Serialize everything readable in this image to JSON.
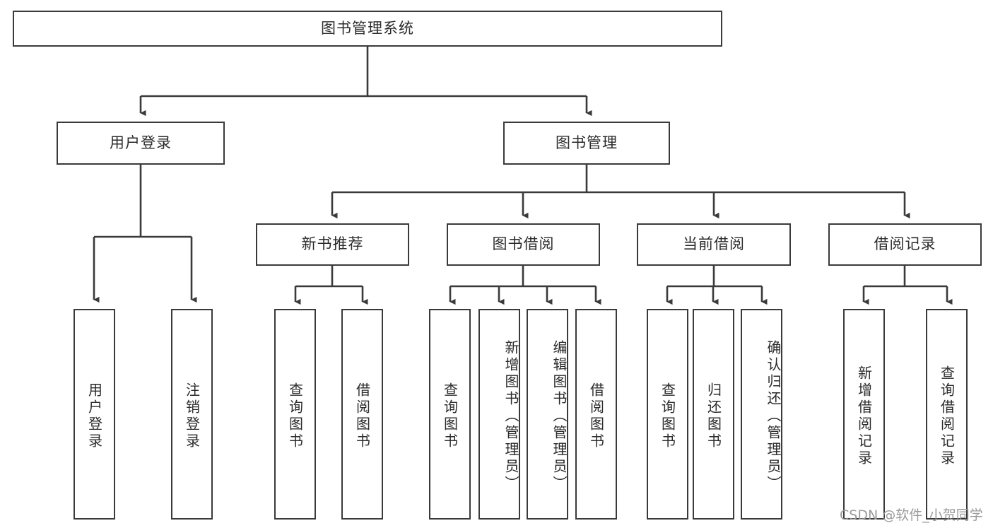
{
  "diagram": {
    "type": "tree-hierarchy",
    "title": "图书管理系统",
    "root": {
      "id": "root",
      "label": "图书管理系统"
    },
    "level2": [
      {
        "id": "user-login",
        "label": "用户登录"
      },
      {
        "id": "book-manage",
        "label": "图书管理"
      }
    ],
    "level3": [
      {
        "id": "new-book-recommend",
        "label": "新书推荐",
        "parent": "book-manage"
      },
      {
        "id": "book-borrow",
        "label": "图书借阅",
        "parent": "book-manage"
      },
      {
        "id": "current-borrow",
        "label": "当前借阅",
        "parent": "book-manage"
      },
      {
        "id": "borrow-record",
        "label": "借阅记录",
        "parent": "book-manage"
      }
    ],
    "leaves": [
      {
        "id": "leaf-user-login",
        "label": "用户登录",
        "parent": "user-login"
      },
      {
        "id": "leaf-logout",
        "label": "注销登录",
        "parent": "user-login"
      },
      {
        "id": "leaf-query-book-1",
        "label": "查询图书",
        "parent": "new-book-recommend"
      },
      {
        "id": "leaf-borrow-book-1",
        "label": "借阅图书",
        "parent": "new-book-recommend"
      },
      {
        "id": "leaf-query-book-2",
        "label": "查询图书",
        "parent": "book-borrow"
      },
      {
        "id": "leaf-add-book",
        "label": "新增图书（管理员）",
        "parent": "book-borrow"
      },
      {
        "id": "leaf-edit-book",
        "label": "编辑图书（管理员）",
        "parent": "book-borrow"
      },
      {
        "id": "leaf-borrow-book-2",
        "label": "借阅图书",
        "parent": "book-borrow"
      },
      {
        "id": "leaf-query-book-3",
        "label": "查询图书",
        "parent": "current-borrow"
      },
      {
        "id": "leaf-return-book",
        "label": "归还图书",
        "parent": "current-borrow"
      },
      {
        "id": "leaf-confirm-return",
        "label": "确认归还（管理员）",
        "parent": "current-borrow"
      },
      {
        "id": "leaf-add-record",
        "label": "新增借阅记录",
        "parent": "borrow-record"
      },
      {
        "id": "leaf-query-record",
        "label": "查询借阅记录",
        "parent": "borrow-record"
      }
    ],
    "colors": {
      "border": "#3a3a3a",
      "fill": "#ffffff",
      "text": "#2b2b2b",
      "edge": "#3a3a3a",
      "watermark": "#9a9a9a"
    }
  },
  "watermark": {
    "text": "CSDN @软件_小贺同学"
  }
}
